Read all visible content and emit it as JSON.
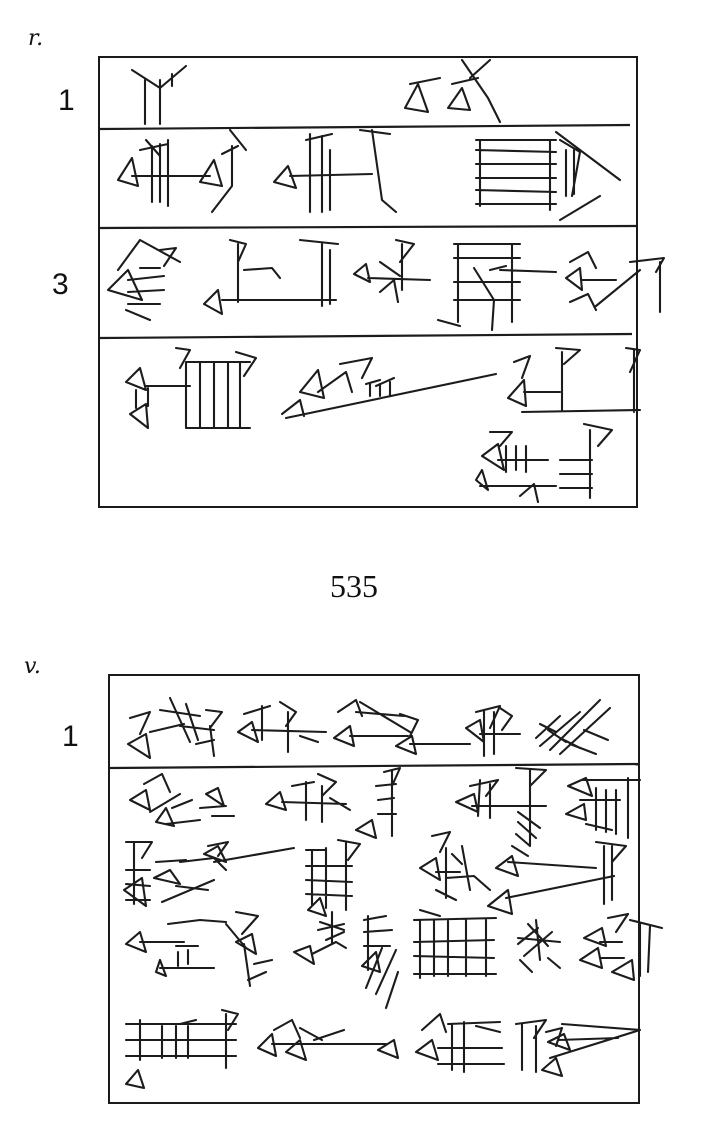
{
  "obverse": {
    "side_label": "r.",
    "line_numbers": [
      "1",
      "3"
    ]
  },
  "tablet_number": "535",
  "reverse": {
    "side_label": "v.",
    "line_numbers": [
      "1"
    ]
  }
}
